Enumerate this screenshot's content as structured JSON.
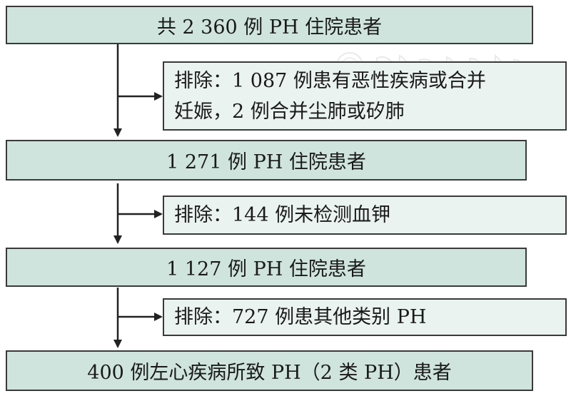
{
  "flowchart": {
    "steps": [
      {
        "label": "共 2 360 例 PH 住院患者"
      },
      {
        "label": "1 271 例 PH 住院患者"
      },
      {
        "label": "1 127 例 PH 住院患者"
      },
      {
        "label": "400 例左心疾病所致 PH（2 类 PH）患者"
      }
    ],
    "exclusions": [
      {
        "line1": "排除：1 087 例患有恶性疾病或合并",
        "line2": "妊娠，2 例合并尘肺或矽肺"
      },
      {
        "line1": "排除：144 例未检测血钾"
      },
      {
        "line1": "排除：727 例患其他类别 PH"
      }
    ]
  },
  "colors": {
    "main_box": "#cfe4dd",
    "exclusion_box": "#eaf3f0",
    "stroke": "#3a3a3a",
    "arrow": "#222222"
  }
}
